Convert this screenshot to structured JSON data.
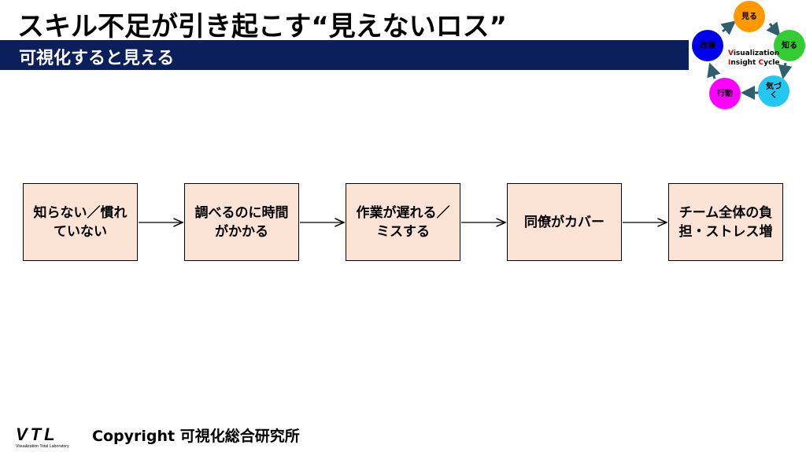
{
  "header": {
    "title": "スキル不足が引き起こす“見えないロス”",
    "subtitle": "可視化すると見える"
  },
  "cycle": {
    "nodes": [
      {
        "label": "見る",
        "color": "#ff9900"
      },
      {
        "label": "知る",
        "color": "#33cc33"
      },
      {
        "label": "気づく",
        "color": "#22c8f0"
      },
      {
        "label": "行動",
        "color": "#ff00ff"
      },
      {
        "label": "改善",
        "color": "#0000ee"
      }
    ],
    "caption_line1": "Visualization",
    "caption_line2": "Insight Cycle"
  },
  "flow": {
    "steps": [
      {
        "label": "知らない／慣れていない"
      },
      {
        "label": "調べるのに時間がかかる"
      },
      {
        "label": "作業が遅れる／ミスする"
      },
      {
        "label": "同僚がカバー"
      },
      {
        "label": "チーム全体の負担・ストレス増"
      }
    ]
  },
  "footer": {
    "logo_text": "VTL",
    "logo_caption": "Visualization Total Laboratory",
    "copyright": "Copyright 可視化総合研究所"
  }
}
